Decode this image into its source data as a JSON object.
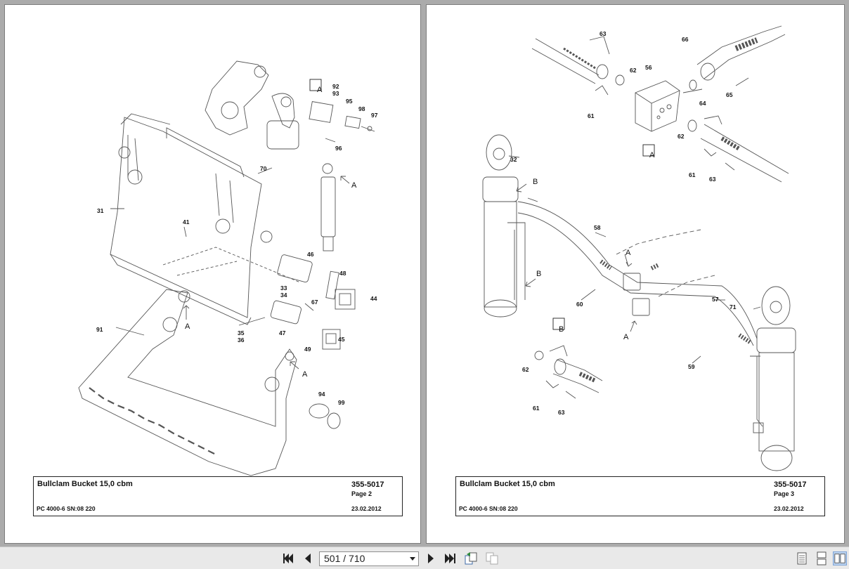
{
  "pages": [
    {
      "title": "Bullclam Bucket 15,0 cbm",
      "doc_no": "355-5017",
      "page_label": "Page 2",
      "model": "PC 4000-6 SN:08 220",
      "date": "23.02.2012",
      "callouts": [
        "92",
        "93",
        "95",
        "98",
        "97",
        "96",
        "70",
        "31",
        "41",
        "46",
        "48",
        "33",
        "34",
        "67",
        "44",
        "91",
        "35",
        "36",
        "47",
        "49",
        "45",
        "94",
        "99"
      ],
      "view_labels": [
        "A",
        "A",
        "A",
        "A"
      ]
    },
    {
      "title": "Bullclam Bucket 15,0 cbm",
      "doc_no": "355-5017",
      "page_label": "Page 3",
      "model": "PC 4000-6 SN:08 220",
      "date": "23.02.2012",
      "callouts": [
        "63",
        "66",
        "62",
        "56",
        "65",
        "64",
        "61",
        "62",
        "61",
        "63",
        "32",
        "58",
        "60",
        "57",
        "71",
        "59",
        "62",
        "61",
        "63"
      ],
      "view_labels": [
        "B",
        "B",
        "A",
        "A",
        "A",
        "B"
      ]
    }
  ],
  "toolbar": {
    "current_page": "501",
    "total_pages": "710",
    "page_display": "501 / 710",
    "icons": [
      "first-page-icon",
      "previous-page-icon",
      "next-page-icon",
      "last-page-icon",
      "back-view-icon",
      "forward-view-icon",
      "single-page-mode-icon",
      "continuous-mode-icon",
      "facing-mode-icon"
    ],
    "active_mode": "facing-mode"
  }
}
